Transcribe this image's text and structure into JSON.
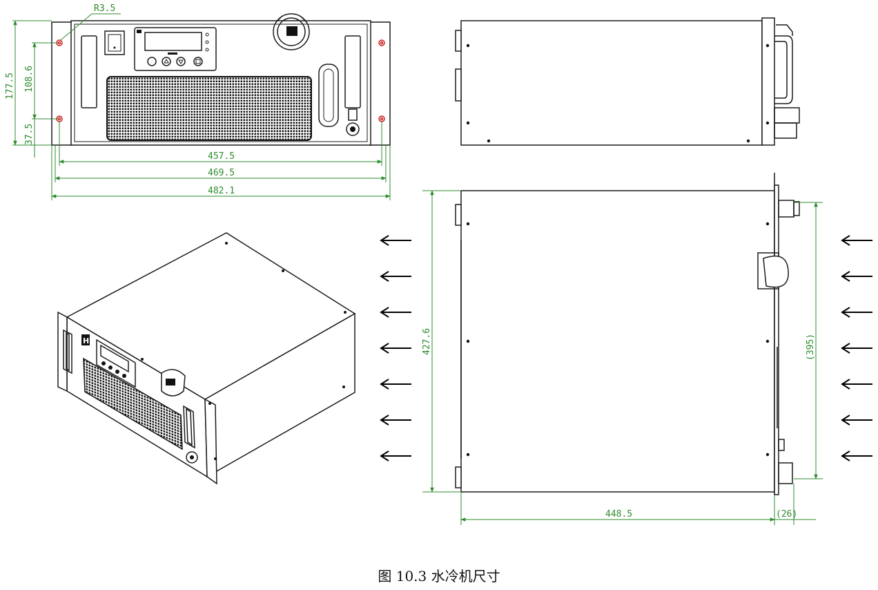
{
  "caption": "图 10.3  水冷机尺寸",
  "front_view": {
    "radius_label": "R3.5",
    "height_label": "177.5",
    "hole_spacing_label": "108.6",
    "bottom_offset_label": "37.5",
    "width_inner_label": "457.5",
    "width_mid_label": "469.5",
    "width_outer_label": "482.1"
  },
  "top_view": {
    "depth_label": "427.6",
    "body_length_label": "448.5",
    "handle_depth_label": "(26)",
    "inner_span_label": "(395)"
  },
  "airflow": {
    "direction": "left",
    "left_column_count": 7,
    "right_column_count": 7
  },
  "colors": {
    "dimension": "#2e8b2e",
    "line": "#1a1a1a",
    "marker": "#cc2222"
  }
}
